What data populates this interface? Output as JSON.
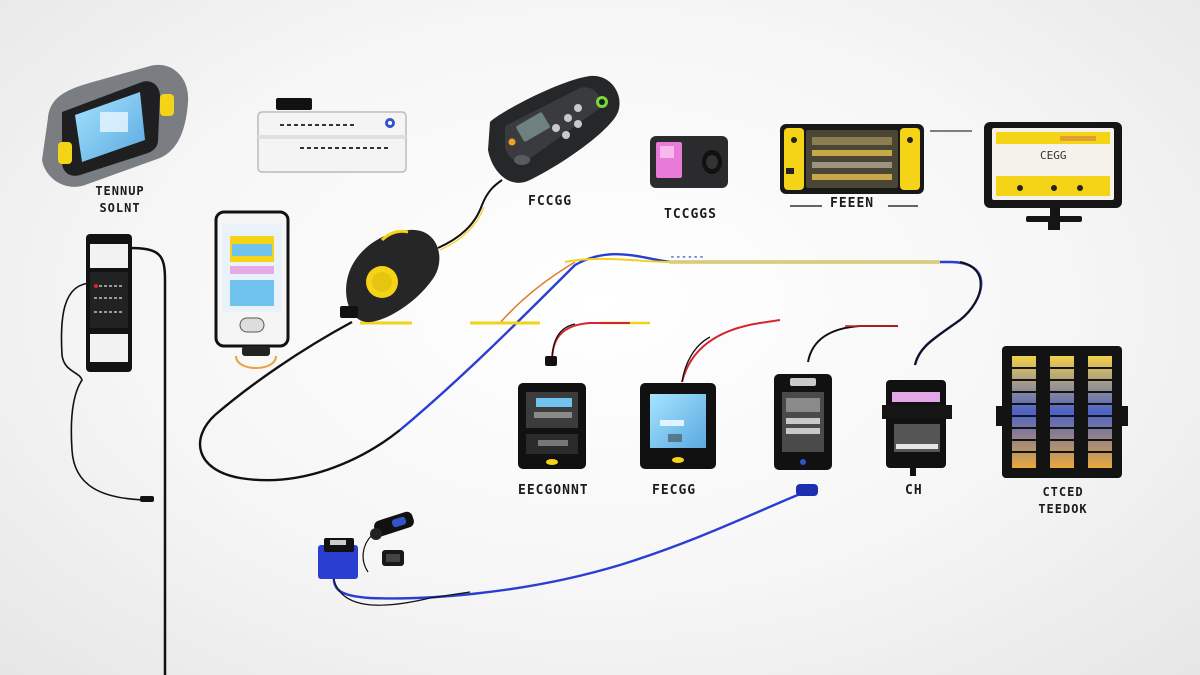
{
  "labels": {
    "handheld_top_left": [
      "TENNUP",
      "SOLNT"
    ],
    "handset_center": "FCCGG",
    "pink_device": "TCCGGS",
    "yellow_console": "FEEEN",
    "bottom_left_device": "EECGONNT",
    "bottom_center_device": "FECGG",
    "bottom_right_device": "CH",
    "grid_panel": [
      "CTCED",
      "TEEDOK"
    ],
    "monitor_screen_text": "CEGG",
    "cable_tag": "------"
  },
  "colors": {
    "cable_blue": "#2a3fd1",
    "cable_yellow": "#f2d21a",
    "cable_red": "#d3262d",
    "cable_black": "#111111",
    "accent_yellow": "#f5d418",
    "screen_blue": "#6fc3ee",
    "screen_pink": "#e87ad8"
  }
}
